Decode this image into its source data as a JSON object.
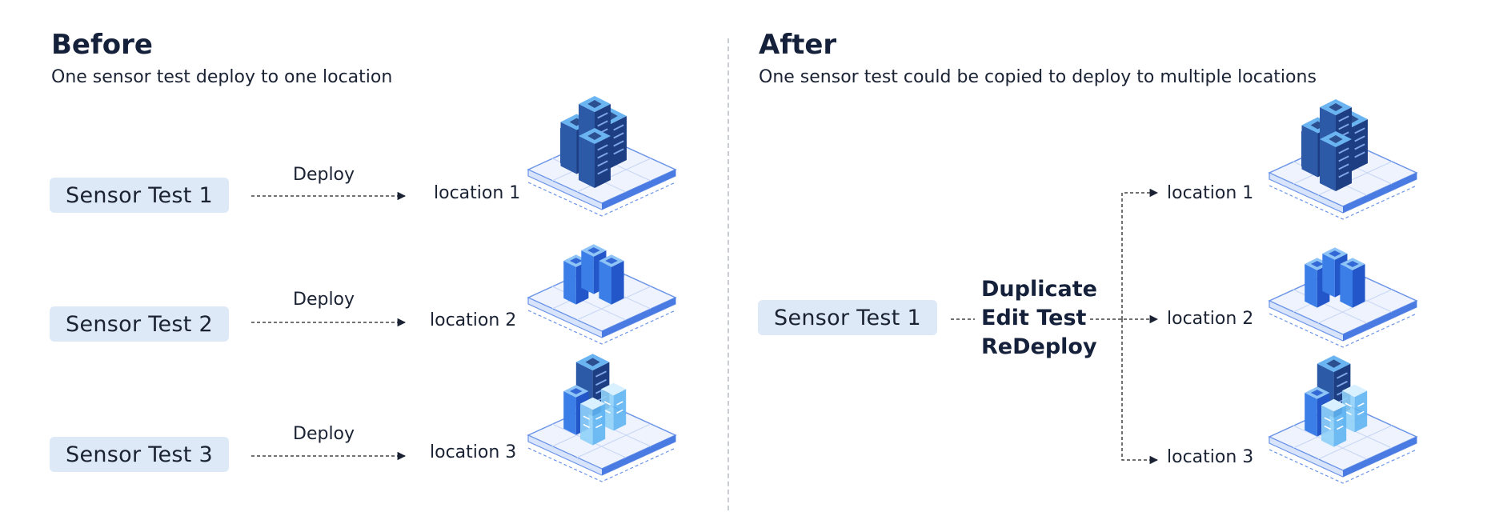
{
  "before": {
    "title": "Before",
    "subtitle": "One sensor test deploy to one location",
    "rows": [
      {
        "test": "Sensor Test  1",
        "action": "Deploy",
        "location": "location 1",
        "icon": "server-cluster"
      },
      {
        "test": "Sensor Test  2",
        "action": "Deploy",
        "location": "location 2",
        "icon": "small-buildings"
      },
      {
        "test": "Sensor Test  3",
        "action": "Deploy",
        "location": "location 3",
        "icon": "mixed-buildings"
      }
    ]
  },
  "after": {
    "title": "After",
    "subtitle": "One sensor test could be copied to deploy to multiple locations",
    "test": "Sensor Test  1",
    "steps": [
      "Duplicate",
      "Edit Test",
      "ReDeploy"
    ],
    "locations": [
      {
        "label": "location 1",
        "icon": "server-cluster"
      },
      {
        "label": "location 2",
        "icon": "small-buildings"
      },
      {
        "label": "location 3",
        "icon": "mixed-buildings"
      }
    ]
  },
  "colors": {
    "pill": "#dde9f7",
    "accent": "#2f6fe0",
    "text": "#15213a",
    "divider": "#c9ccd2"
  }
}
